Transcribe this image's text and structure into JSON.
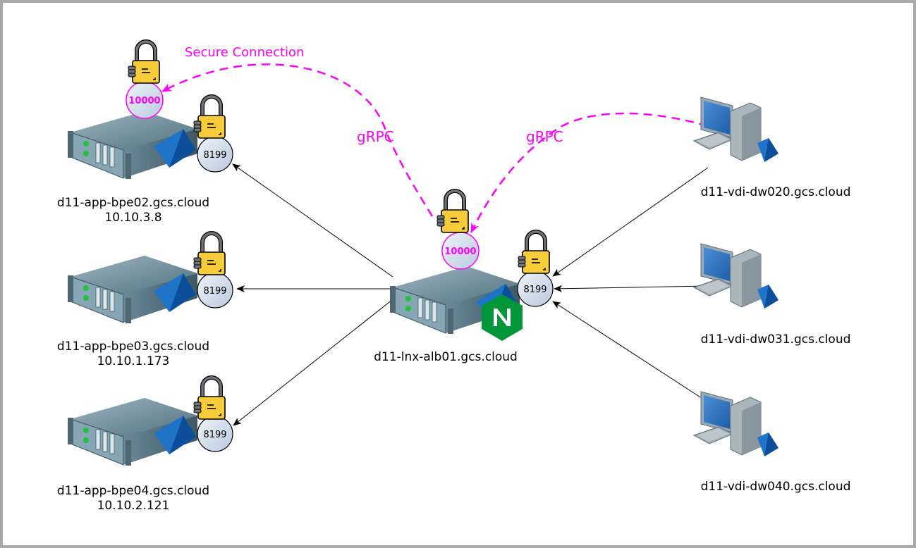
{
  "diagram": {
    "edge_labels": {
      "secure": "Secure Connection",
      "grpc_left": "gRPC",
      "grpc_right": "gRPC"
    },
    "colors": {
      "secure_link": "#ff00ff",
      "port_ring": "#d0dcea",
      "lock": "#f7cc3a",
      "nginx": "#009639"
    },
    "balancer": {
      "hostname": "d11-lnx-alb01.gcs.cloud",
      "port_secure": "10000",
      "port": "8199",
      "badge": "N"
    },
    "backends": [
      {
        "hostname": "d11-app-bpe02.gcs.cloud",
        "ip": "10.10.3.8",
        "port": "8199",
        "port_secure": "10000"
      },
      {
        "hostname": "d11-app-bpe03.gcs.cloud",
        "ip": "10.10.1.173",
        "port": "8199"
      },
      {
        "hostname": "d11-app-bpe04.gcs.cloud",
        "ip": "10.10.2.121",
        "port": "8199"
      }
    ],
    "clients": [
      {
        "hostname": "d11-vdi-dw020.gcs.cloud"
      },
      {
        "hostname": "d11-vdi-dw031.gcs.cloud"
      },
      {
        "hostname": "d11-vdi-dw040.gcs.cloud"
      }
    ]
  }
}
